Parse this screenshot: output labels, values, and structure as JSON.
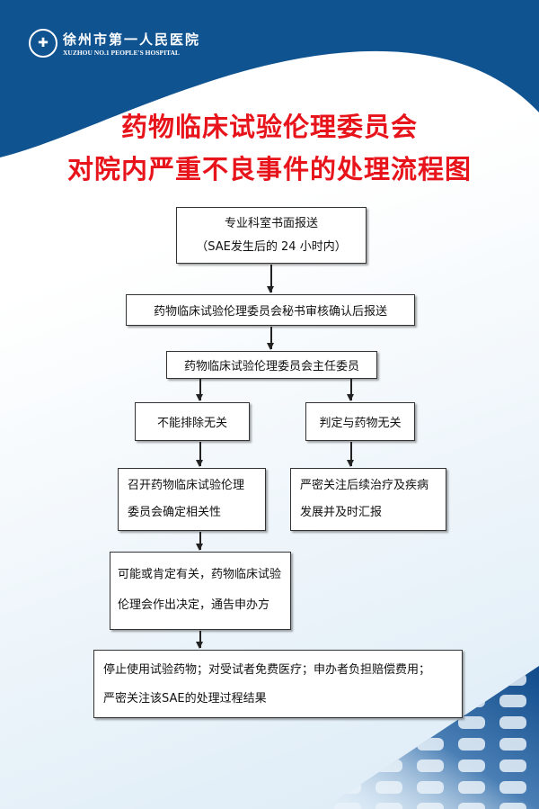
{
  "header": {
    "hospital_name_cn": "徐州市第一人民医院",
    "hospital_name_en": "XUZHOU NO.1 PEOPLE'S HOSPITAL"
  },
  "title": {
    "line1": "药物临床试验伦理委员会",
    "line2": "对院内严重不良事件的处理流程图"
  },
  "flow": {
    "step1": {
      "line1": "专业科室书面报送",
      "line2": "（SAE发生后的 24 小时内）"
    },
    "step2": "药物临床试验伦理委员会秘书审核确认后报送",
    "step3": "药物临床试验伦理委员会主任委员",
    "branch_left": "不能排除无关",
    "branch_right": "判定与药物无关",
    "left_step1": {
      "line1": "召开药物临床试验伦理",
      "line2": "委员会确定相关性"
    },
    "right_step1": {
      "line1": "严密关注后续治疗及疾病",
      "line2": "发展并及时汇报"
    },
    "left_step2": {
      "line1": "可能或肯定有关，药物临床试验",
      "line2": "伦理会作出决定，通告申办方"
    },
    "final": {
      "line1": "停止使用试验药物；对受试者免费医疗；申办者负担赔偿费用；",
      "line2": "严密关注该SAE的处理过程结果"
    }
  },
  "colors": {
    "brand_blue": "#0f5391",
    "title_red": "#e8141b"
  }
}
